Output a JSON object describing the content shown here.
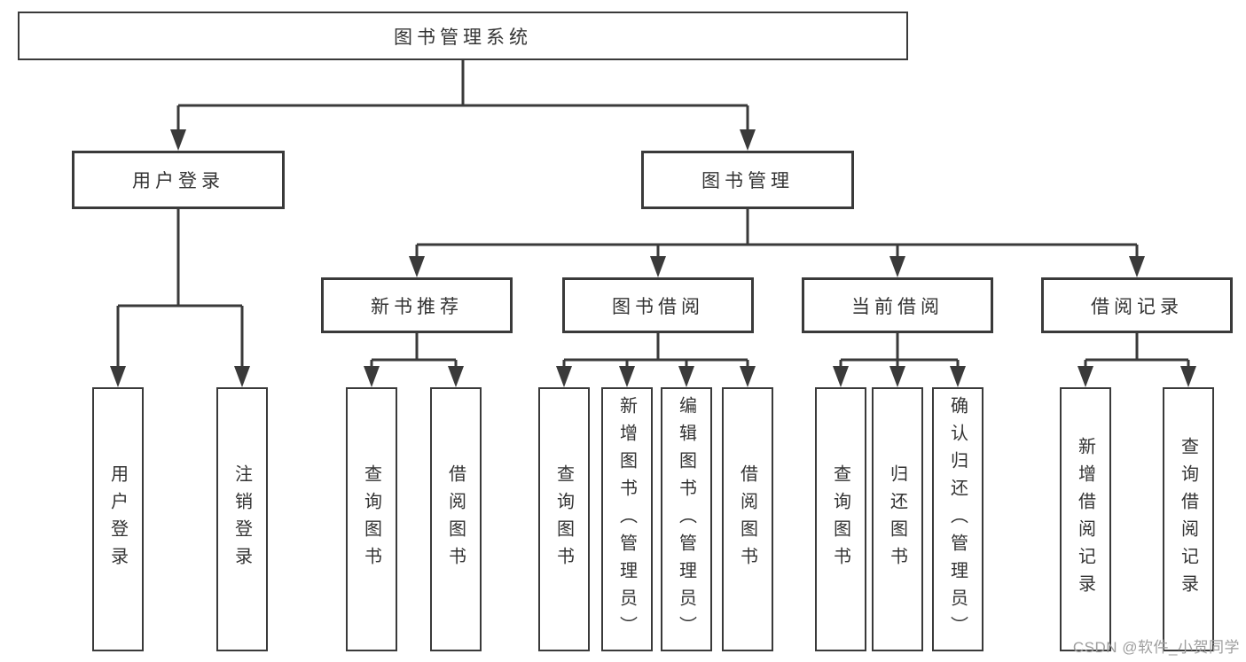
{
  "diagram": {
    "root": {
      "label": "图书管理系统"
    },
    "branches": [
      {
        "label": "用户登录",
        "children": [
          {
            "label": "用户登录"
          },
          {
            "label": "注销登录"
          }
        ]
      },
      {
        "label": "图书管理",
        "children": [
          {
            "label": "新书推荐",
            "children": [
              {
                "label": "查询图书"
              },
              {
                "label": "借阅图书"
              }
            ]
          },
          {
            "label": "图书借阅",
            "children": [
              {
                "label": "查询图书"
              },
              {
                "label": "新增图书（管理员）"
              },
              {
                "label": "编辑图书（管理员）"
              },
              {
                "label": "借阅图书"
              }
            ]
          },
          {
            "label": "当前借阅",
            "children": [
              {
                "label": "查询图书"
              },
              {
                "label": "归还图书"
              },
              {
                "label": "确认归还（管理员）"
              }
            ]
          },
          {
            "label": "借阅记录",
            "children": [
              {
                "label": "新增借阅记录"
              },
              {
                "label": "查询借阅记录"
              }
            ]
          }
        ]
      }
    ]
  },
  "watermark": {
    "text": "CSDN @软件_小贺同学"
  },
  "colors": {
    "line": "#3a3a3a",
    "text": "#333333",
    "watermark": "#9e9e9e",
    "background": "#ffffff"
  }
}
